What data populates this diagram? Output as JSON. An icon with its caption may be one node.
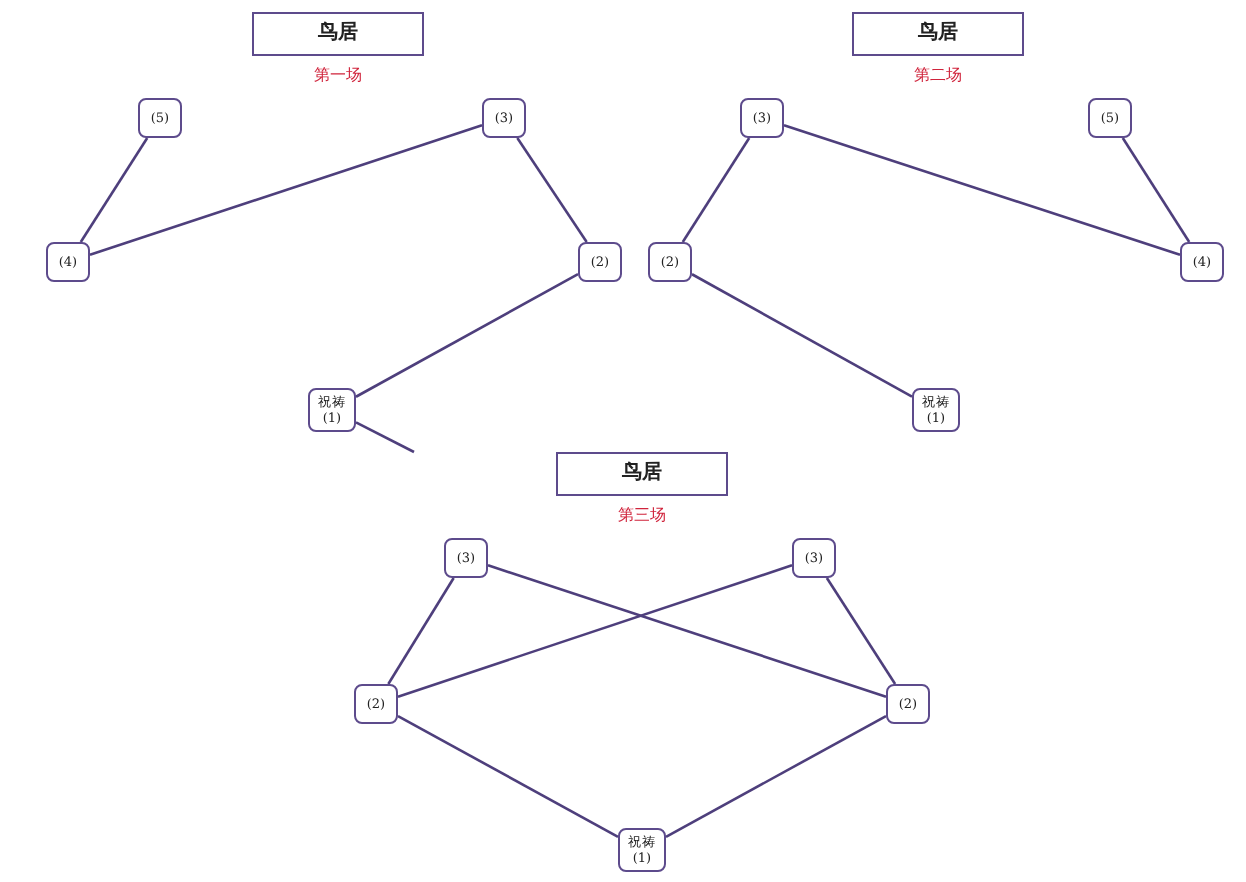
{
  "diagram": {
    "nodes": [
      {
        "text": [
          "鸟居"
        ],
        "beside": [
          "第一场"
        ]
      },
      {
        "text": [
          "(5)"
        ]
      },
      {
        "text": [
          "(3)"
        ]
      },
      {
        "text": [
          "(4)"
        ]
      },
      {
        "text": [
          "(2)"
        ]
      },
      {
        "text": [
          "祝祷 (1)"
        ]
      },
      {
        "text": [
          "鸟居"
        ],
        "beside": [
          "第二场"
        ]
      },
      {
        "text": [
          "(3)"
        ]
      },
      {
        "text": [
          "(5)"
        ]
      },
      {
        "text": [
          "(2)"
        ]
      },
      {
        "text": [
          "(4)"
        ]
      },
      {
        "text": [
          "祝祷 (1)"
        ]
      },
      {
        "text": [
          "鸟居"
        ],
        "beside": [
          "第三场"
        ]
      },
      {
        "text": [
          "(3)"
        ]
      },
      {
        "text": [
          "(3)"
        ]
      },
      {
        "text": [
          "(2)"
        ]
      },
      {
        "text": [
          "(2)"
        ]
      },
      {
        "text": [
          "祝祷 (1)"
        ]
      }
    ],
    "edges": [
      {
        "from": 1,
        "to": 3,
        "arrow": "none"
      },
      {
        "from": 2,
        "to": 3,
        "arrow": "none"
      },
      {
        "from": 2,
        "to": 4,
        "arrow": "none"
      },
      {
        "from": 4,
        "to": 5,
        "arrow": "none"
      },
      {
        "from": 5,
        "to": null,
        "arrow": "none"
      },
      {
        "from": 7,
        "to": 9,
        "arrow": "none"
      },
      {
        "from": 7,
        "to": 10,
        "arrow": "none"
      },
      {
        "from": 8,
        "to": 10,
        "arrow": "none"
      },
      {
        "from": 9,
        "to": 11,
        "arrow": "none"
      },
      {
        "from": 13,
        "to": 15,
        "arrow": "none"
      },
      {
        "from": 13,
        "to": 16,
        "arrow": "none"
      },
      {
        "from": 14,
        "to": 15,
        "arrow": "none"
      },
      {
        "from": 14,
        "to": 16,
        "arrow": "none"
      },
      {
        "from": 15,
        "to": 17,
        "arrow": "none"
      },
      {
        "from": 16,
        "to": 17,
        "arrow": "none"
      }
    ]
  }
}
